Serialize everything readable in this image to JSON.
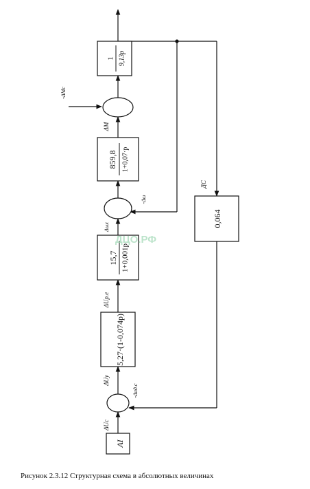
{
  "blocks": {
    "source": {
      "text": "AI"
    },
    "b1": {
      "text": "5,27·(1-0,074p)"
    },
    "b2": {
      "num": "15,7",
      "den": "1+0,001p"
    },
    "b3": {
      "num": "859,8",
      "den": "1+0,07·p"
    },
    "b4": {
      "num": "1",
      "den": "9,13p"
    },
    "feedback": {
      "text": "0,064"
    }
  },
  "signals": {
    "s_in": "ΔUс",
    "s_after_sum1": "ΔUу",
    "s_fb_sum1": "-Δuд.с",
    "s_after_b1": "ΔUp.e",
    "s_after_b2": "Δωх",
    "s_fb_sum2": "-Δω",
    "s_after_b3": "ΔM",
    "s_load": "-ΔMс",
    "s_fb_block": "ДС"
  },
  "watermark": "ДЦО.РФ",
  "caption": "Рисунок 2.3.12 Структурная схема в абсолютных величинах"
}
